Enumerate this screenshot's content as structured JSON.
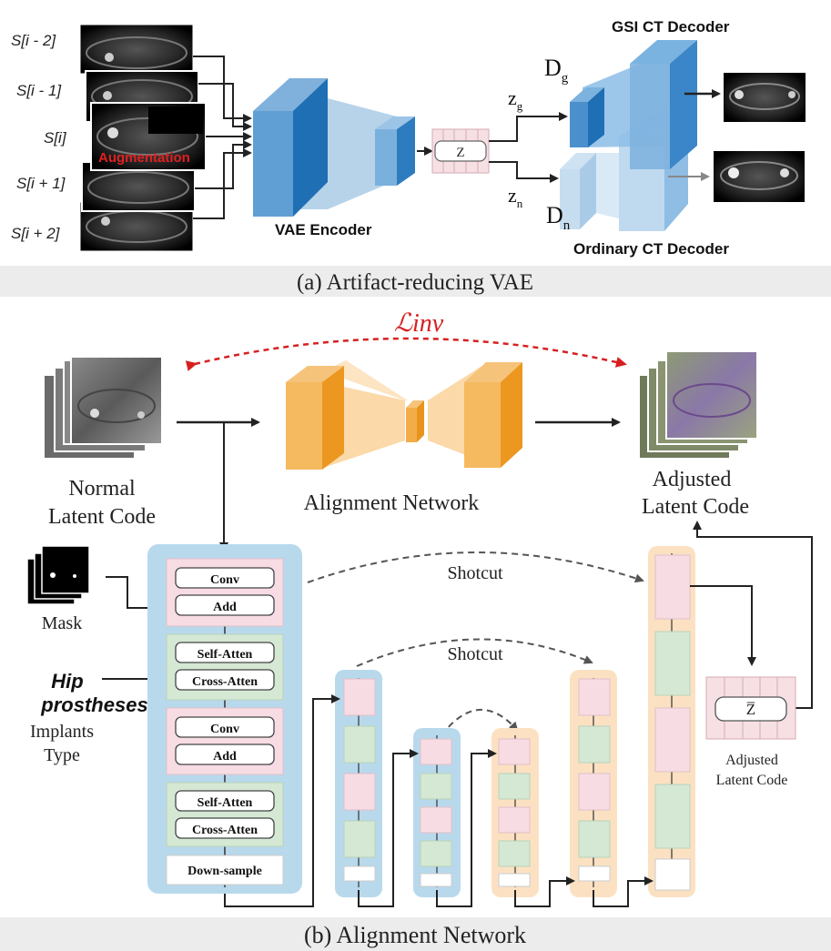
{
  "part_a": {
    "caption": "(a) Artifact-reducing VAE",
    "slices": [
      {
        "label": "S[i - 2]"
      },
      {
        "label": "S[i - 1]"
      },
      {
        "label": "S[i]"
      },
      {
        "label": "S[i + 1]"
      },
      {
        "label": "S[i + 2]"
      }
    ],
    "augmentation_label": "Augmentation",
    "encoder_label": "VAE Encoder",
    "latent_label": "Z",
    "zg_main": "z",
    "zg_sub": "g",
    "zn_main": "z",
    "zn_sub": "n",
    "dg_main": "D",
    "dg_sub": "g",
    "dn_main": "D",
    "dn_sub": "n",
    "gsi_decoder_label": "GSI CT Decoder",
    "ordinary_decoder_label": "Ordinary CT Decoder"
  },
  "part_b": {
    "caption": "(b) Alignment Network",
    "loss_label": "ℒinv",
    "normal_latent_label_1": "Normal",
    "normal_latent_label_2": "Latent Code",
    "alignment_network_label": "Alignment Network",
    "adjusted_latent_label_1": "Adjusted",
    "adjusted_latent_label_2": "Latent Code",
    "mask_label": "Mask",
    "hip_label_1": "Hip",
    "hip_label_2": "prostheses",
    "implants_label_1": "Implants",
    "implants_label_2": "Type",
    "block_labels": {
      "conv1": "Conv",
      "add1": "Add",
      "selfatten1": "Self-Atten",
      "crossatten1": "Cross-Atten",
      "conv2": "Conv",
      "add2": "Add",
      "selfatten2": "Self-Atten",
      "crossatten2": "Cross-Atten",
      "downsample": "Down-sample"
    },
    "shortcut_label_1": "Shotcut",
    "shortcut_label_2": "Shotcut",
    "zbar_label": "Z̅",
    "adjusted_code_label_1": "Adjusted",
    "adjusted_code_label_2": "Latent Code"
  },
  "colors": {
    "encoder_blue": "#2f7fc0",
    "alignment_orange": "#f0a030",
    "unet_container_blue": "#b8d9ec",
    "unet_container_orange": "#fbe1c2",
    "pink_block": "#f7dce3",
    "green_block": "#d5e8d4",
    "loss_red": "#d62020",
    "augmentation_red": "#e02020",
    "caption_band": "#ececec"
  }
}
